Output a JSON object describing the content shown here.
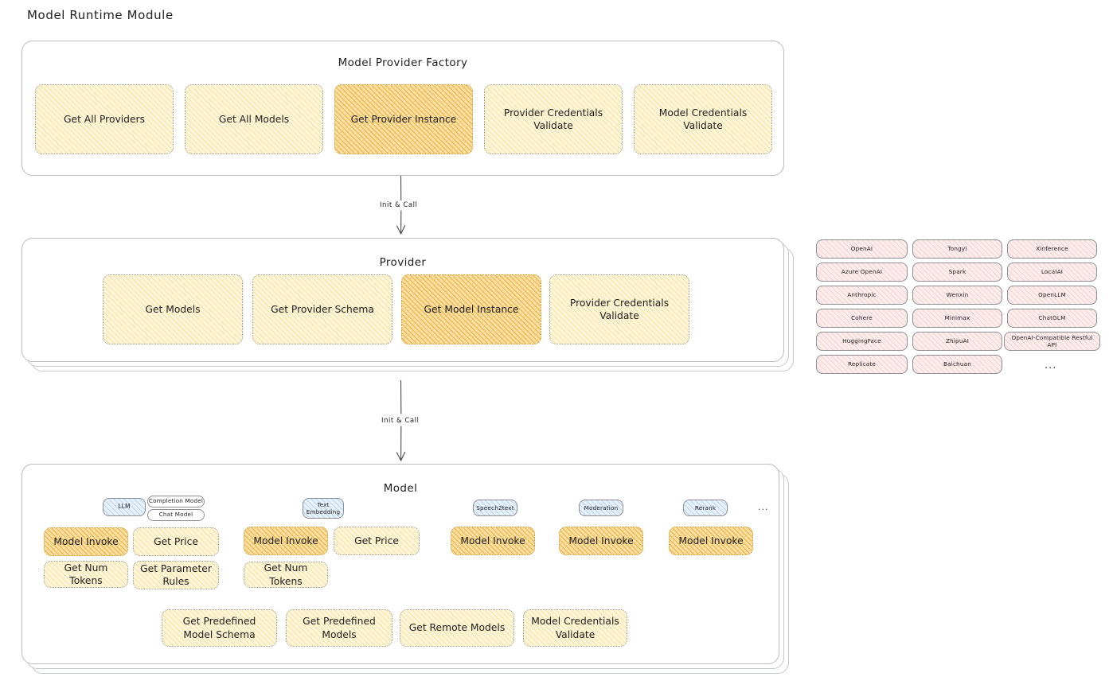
{
  "page": {
    "title": "Model Runtime Module"
  },
  "arrows": {
    "label_1": "Init & Call",
    "label_2": "Init & Call"
  },
  "factory": {
    "title": "Model Provider Factory",
    "boxes": [
      {
        "label": "Get All Providers",
        "highlight": false
      },
      {
        "label": "Get All Models",
        "highlight": false
      },
      {
        "label": "Get Provider Instance",
        "highlight": true
      },
      {
        "label": "Provider Credentials Validate",
        "highlight": false
      },
      {
        "label": "Model Credentials Validate",
        "highlight": false
      }
    ]
  },
  "provider": {
    "title": "Provider",
    "boxes": [
      {
        "label": "Get Models",
        "highlight": false
      },
      {
        "label": "Get Provider Schema",
        "highlight": false
      },
      {
        "label": "Get Model Instance",
        "highlight": true
      },
      {
        "label": "Provider Credentials Validate",
        "highlight": false
      }
    ]
  },
  "provider_list": {
    "columns": [
      [
        "OpenAI",
        "Azure OpenAI",
        "Anthropic",
        "Cohere",
        "HuggingFace",
        "Replicate"
      ],
      [
        "Tongyi",
        "Spark",
        "Wenxin",
        "Minimax",
        "ZhipuAI",
        "Baichuan"
      ],
      [
        "Xinference",
        "LocalAI",
        "OpenLLM",
        "ChatGLM",
        "OpenAI-Compatible Restful API"
      ]
    ],
    "more": "..."
  },
  "model": {
    "title": "Model",
    "more": "...",
    "types": [
      {
        "name": "LLM",
        "subtypes": [
          "Completion Model",
          "Chat Model"
        ]
      },
      {
        "name": "Text Embedding",
        "subtypes": []
      },
      {
        "name": "Speech2text",
        "subtypes": []
      },
      {
        "name": "Moderation",
        "subtypes": []
      },
      {
        "name": "Rerank",
        "subtypes": []
      }
    ],
    "llm_ops": [
      {
        "label": "Model Invoke",
        "highlight": true
      },
      {
        "label": "Get Price",
        "highlight": false
      },
      {
        "label": "Get Num Tokens",
        "highlight": false
      },
      {
        "label": "Get Parameter Rules",
        "highlight": false
      }
    ],
    "embedding_ops": [
      {
        "label": "Model Invoke",
        "highlight": true
      },
      {
        "label": "Get Price",
        "highlight": false
      },
      {
        "label": "Get Num Tokens",
        "highlight": false
      }
    ],
    "speech2text_ops": [
      {
        "label": "Model Invoke",
        "highlight": true
      }
    ],
    "moderation_ops": [
      {
        "label": "Model Invoke",
        "highlight": true
      }
    ],
    "rerank_ops": [
      {
        "label": "Model Invoke",
        "highlight": true
      }
    ],
    "common_ops": [
      {
        "label": "Get Predefined Model Schema"
      },
      {
        "label": "Get Predefined Models"
      },
      {
        "label": "Get Remote Models"
      },
      {
        "label": "Model Credentials Validate"
      }
    ]
  },
  "colors": {
    "highlight_fill": "#f5c96a",
    "light_fill": "#fdf6dd",
    "pink_fill": "#fdeeee",
    "blue_fill": "#e9f2fb",
    "border": "#b9bcc0"
  }
}
